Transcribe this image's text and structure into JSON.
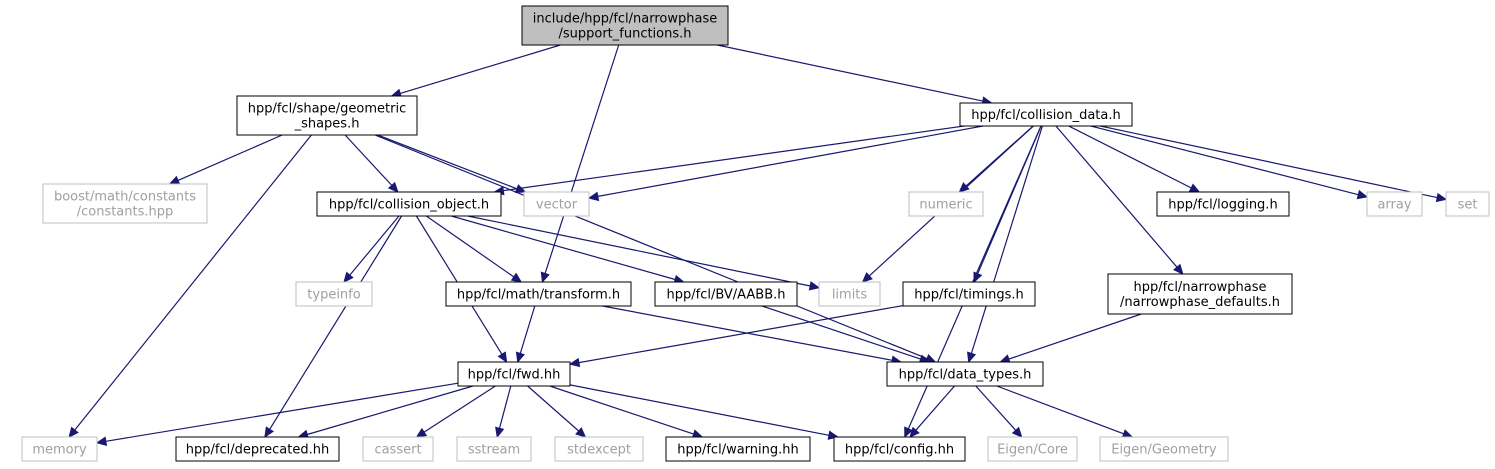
{
  "graph": {
    "edge_color": "#191970",
    "nodes": [
      {
        "id": "root",
        "lines": [
          "include/hpp/fcl/narrowphase",
          "/support_functions.h"
        ],
        "kind": "root"
      },
      {
        "id": "geometric_shapes",
        "lines": [
          "hpp/fcl/shape/geometric",
          "_shapes.h"
        ],
        "kind": "doc"
      },
      {
        "id": "collision_data",
        "lines": [
          "hpp/fcl/collision_data.h"
        ],
        "kind": "doc"
      },
      {
        "id": "boost_constants",
        "lines": [
          "boost/math/constants",
          "/constants.hpp"
        ],
        "kind": "ext"
      },
      {
        "id": "collision_object",
        "lines": [
          "hpp/fcl/collision_object.h"
        ],
        "kind": "doc"
      },
      {
        "id": "vector",
        "lines": [
          "vector"
        ],
        "kind": "ext"
      },
      {
        "id": "numeric",
        "lines": [
          "numeric"
        ],
        "kind": "ext"
      },
      {
        "id": "logging",
        "lines": [
          "hpp/fcl/logging.h"
        ],
        "kind": "doc"
      },
      {
        "id": "array",
        "lines": [
          "array"
        ],
        "kind": "ext"
      },
      {
        "id": "set",
        "lines": [
          "set"
        ],
        "kind": "ext"
      },
      {
        "id": "typeinfo",
        "lines": [
          "typeinfo"
        ],
        "kind": "ext"
      },
      {
        "id": "transform",
        "lines": [
          "hpp/fcl/math/transform.h"
        ],
        "kind": "doc"
      },
      {
        "id": "aabb",
        "lines": [
          "hpp/fcl/BV/AABB.h"
        ],
        "kind": "doc"
      },
      {
        "id": "limits",
        "lines": [
          "limits"
        ],
        "kind": "ext"
      },
      {
        "id": "timings",
        "lines": [
          "hpp/fcl/timings.h"
        ],
        "kind": "doc"
      },
      {
        "id": "narrowphase_defaults",
        "lines": [
          "hpp/fcl/narrowphase",
          "/narrowphase_defaults.h"
        ],
        "kind": "doc"
      },
      {
        "id": "fwd",
        "lines": [
          "hpp/fcl/fwd.hh"
        ],
        "kind": "doc"
      },
      {
        "id": "data_types",
        "lines": [
          "hpp/fcl/data_types.h"
        ],
        "kind": "doc"
      },
      {
        "id": "memory",
        "lines": [
          "memory"
        ],
        "kind": "ext"
      },
      {
        "id": "deprecated",
        "lines": [
          "hpp/fcl/deprecated.hh"
        ],
        "kind": "doc"
      },
      {
        "id": "cassert",
        "lines": [
          "cassert"
        ],
        "kind": "ext"
      },
      {
        "id": "sstream",
        "lines": [
          "sstream"
        ],
        "kind": "ext"
      },
      {
        "id": "stdexcept",
        "lines": [
          "stdexcept"
        ],
        "kind": "ext"
      },
      {
        "id": "warning",
        "lines": [
          "hpp/fcl/warning.hh"
        ],
        "kind": "doc"
      },
      {
        "id": "config",
        "lines": [
          "hpp/fcl/config.hh"
        ],
        "kind": "doc"
      },
      {
        "id": "eigen_core",
        "lines": [
          "Eigen/Core"
        ],
        "kind": "ext"
      },
      {
        "id": "eigen_geometry",
        "lines": [
          "Eigen/Geometry"
        ],
        "kind": "ext"
      }
    ],
    "edges": [
      [
        "root",
        "geometric_shapes"
      ],
      [
        "root",
        "collision_data"
      ],
      [
        "root",
        "transform"
      ],
      [
        "geometric_shapes",
        "memory"
      ],
      [
        "geometric_shapes",
        "boost_constants"
      ],
      [
        "geometric_shapes",
        "collision_object"
      ],
      [
        "geometric_shapes",
        "vector"
      ],
      [
        "geometric_shapes",
        "data_types"
      ],
      [
        "collision_data",
        "collision_object"
      ],
      [
        "collision_data",
        "vector"
      ],
      [
        "collision_data",
        "numeric"
      ],
      [
        "collision_data",
        "logging"
      ],
      [
        "collision_data",
        "array"
      ],
      [
        "collision_data",
        "set"
      ],
      [
        "collision_data",
        "limits"
      ],
      [
        "collision_data",
        "timings"
      ],
      [
        "collision_data",
        "narrowphase_defaults"
      ],
      [
        "collision_data",
        "data_types"
      ],
      [
        "collision_data",
        "config"
      ],
      [
        "collision_object",
        "typeinfo"
      ],
      [
        "collision_object",
        "transform"
      ],
      [
        "collision_object",
        "aabb"
      ],
      [
        "collision_object",
        "limits"
      ],
      [
        "collision_object",
        "fwd"
      ],
      [
        "collision_object",
        "deprecated"
      ],
      [
        "transform",
        "fwd"
      ],
      [
        "transform",
        "data_types"
      ],
      [
        "aabb",
        "data_types"
      ],
      [
        "timings",
        "fwd"
      ],
      [
        "narrowphase_defaults",
        "data_types"
      ],
      [
        "fwd",
        "memory"
      ],
      [
        "fwd",
        "deprecated"
      ],
      [
        "fwd",
        "cassert"
      ],
      [
        "fwd",
        "sstream"
      ],
      [
        "fwd",
        "stdexcept"
      ],
      [
        "fwd",
        "warning"
      ],
      [
        "fwd",
        "config"
      ],
      [
        "data_types",
        "config"
      ],
      [
        "data_types",
        "eigen_core"
      ],
      [
        "data_types",
        "eigen_geometry"
      ]
    ]
  }
}
